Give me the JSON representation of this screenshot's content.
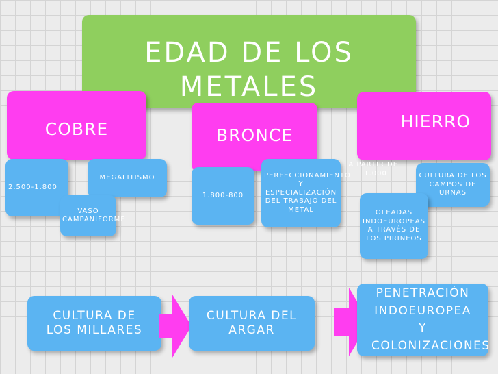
{
  "title": "EDAD DE LOS METALES",
  "periods": {
    "cobre": {
      "label": "COBRE",
      "date": "2.500-1.800",
      "megalitismo": "MEGALITISMO",
      "vaso": "VASO CAMPANIFORME"
    },
    "bronce": {
      "label": "BRONCE",
      "date": "1.800-800",
      "trabajo": "PERFECCIONAMIENTO Y ESPECIALIZACIÓN DEL TRABAJO DEL METAL"
    },
    "hierro": {
      "label": "HIERRO",
      "date": "A PARTIR DEL 1.000",
      "urnas": "CULTURA DE LOS CAMPOS DE URNAS",
      "oleadas": "OLEADAS INDOEUROPEAS A TRAVÉS DE LOS PIRINEOS"
    }
  },
  "bottom": {
    "millares": "CULTURA DE LOS MILLARES",
    "argar": "CULTURA DEL ARGAR",
    "penetracion": "PENETRACIÓN INDOEUROPEA Y COLONIZACIONES"
  },
  "colors": {
    "green": "#8fcf5e",
    "pink": "#ff3df0",
    "blue": "#5bb4f2"
  }
}
